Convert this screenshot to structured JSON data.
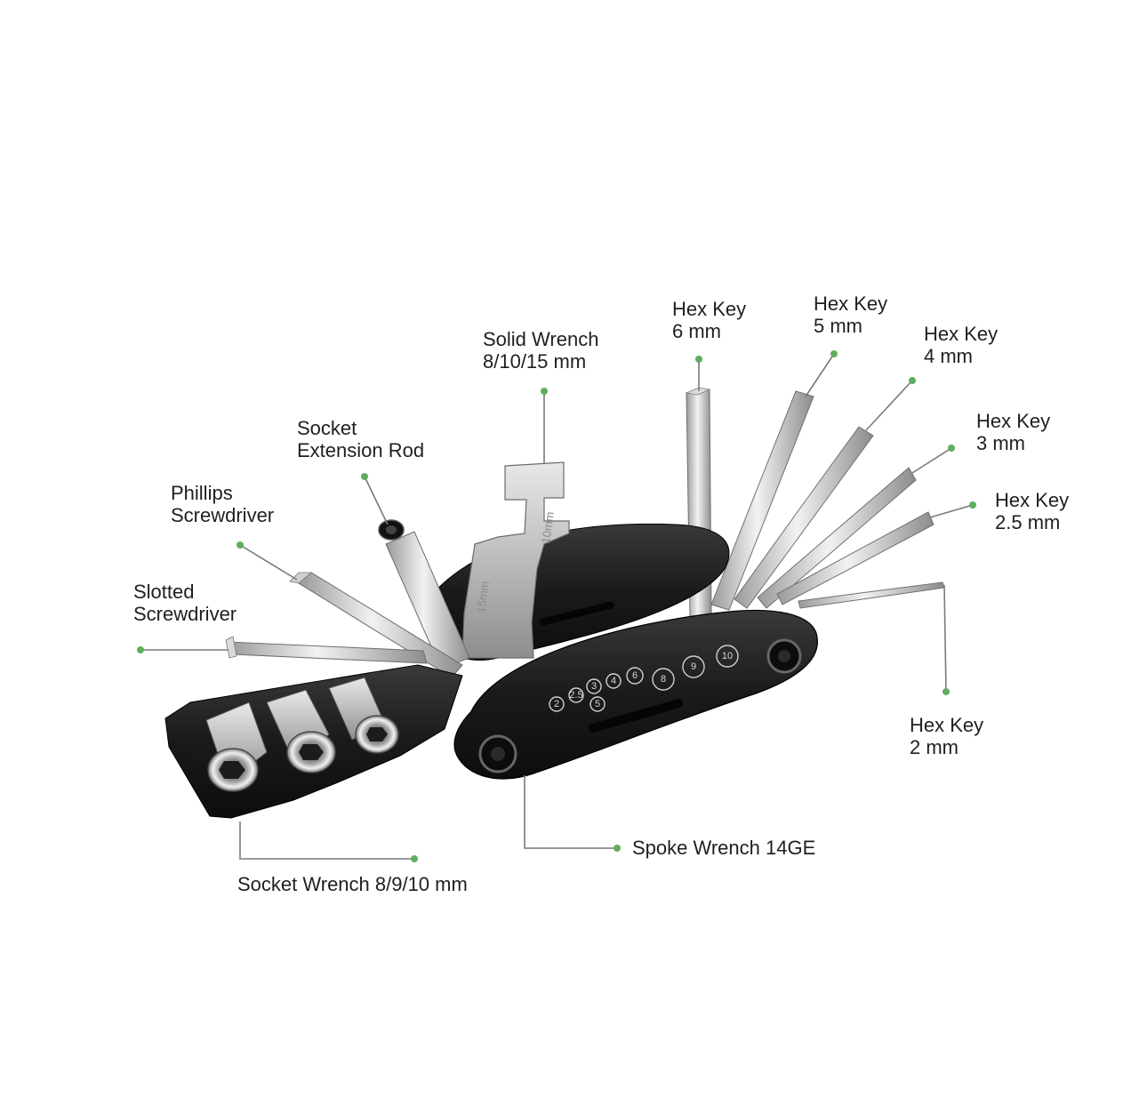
{
  "labels": {
    "solid_wrench": {
      "line1": "Solid Wrench",
      "line2": "8/10/15 mm"
    },
    "hex_6": {
      "line1": "Hex Key",
      "line2": "6 mm"
    },
    "hex_5": {
      "line1": "Hex Key",
      "line2": "5 mm"
    },
    "hex_4": {
      "line1": "Hex Key",
      "line2": "4 mm"
    },
    "hex_3": {
      "line1": "Hex Key",
      "line2": "3 mm"
    },
    "hex_25": {
      "line1": "Hex Key",
      "line2": "2.5 mm"
    },
    "hex_2": {
      "line1": "Hex Key",
      "line2": "2 mm"
    },
    "socket_extension": {
      "line1": "Socket",
      "line2": "Extension Rod"
    },
    "phillips": {
      "line1": "Phillips",
      "line2": "Screwdriver"
    },
    "slotted": {
      "line1": "Slotted",
      "line2": "Screwdriver"
    },
    "spoke_wrench": "Spoke Wrench 14GE",
    "socket_wrench": "Socket Wrench 8/9/10 mm"
  },
  "tool": {
    "dial_numbers": [
      "2",
      "2.5",
      "3",
      "4",
      "5",
      "6",
      "8",
      "9",
      "10"
    ],
    "wrench_stamps": [
      "15mm",
      "10mm"
    ]
  },
  "colors": {
    "leader_dot": "#5fae5f",
    "leader_line": "#7a7a7a",
    "body": "#1c1c1c",
    "steel": "#c9c9c9"
  }
}
